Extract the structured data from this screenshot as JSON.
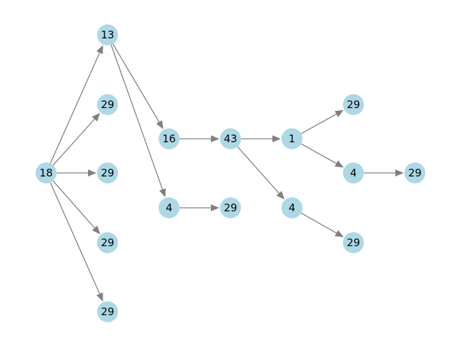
{
  "graph": {
    "node_color": "#add8e6",
    "edge_color": "#808080",
    "nodes": [
      {
        "id": "n18",
        "label": "18"
      },
      {
        "id": "n13",
        "label": "13"
      },
      {
        "id": "n29_a",
        "label": "29"
      },
      {
        "id": "n29_b",
        "label": "29"
      },
      {
        "id": "n29_c",
        "label": "29"
      },
      {
        "id": "n29_d",
        "label": "29"
      },
      {
        "id": "n16",
        "label": "16"
      },
      {
        "id": "n4_a",
        "label": "4"
      },
      {
        "id": "n43",
        "label": "43"
      },
      {
        "id": "n29_e",
        "label": "29"
      },
      {
        "id": "n1",
        "label": "1"
      },
      {
        "id": "n4_b",
        "label": "4"
      },
      {
        "id": "n29_f",
        "label": "29"
      },
      {
        "id": "n4_c",
        "label": "4"
      },
      {
        "id": "n29_g",
        "label": "29"
      },
      {
        "id": "n29_h",
        "label": "29"
      }
    ],
    "edges": [
      {
        "from": "n18",
        "to": "n13"
      },
      {
        "from": "n18",
        "to": "n29_a"
      },
      {
        "from": "n18",
        "to": "n29_b"
      },
      {
        "from": "n18",
        "to": "n29_c"
      },
      {
        "from": "n18",
        "to": "n29_d"
      },
      {
        "from": "n13",
        "to": "n16"
      },
      {
        "from": "n13",
        "to": "n4_a"
      },
      {
        "from": "n16",
        "to": "n43"
      },
      {
        "from": "n4_a",
        "to": "n29_e"
      },
      {
        "from": "n43",
        "to": "n1"
      },
      {
        "from": "n43",
        "to": "n4_b"
      },
      {
        "from": "n1",
        "to": "n29_f"
      },
      {
        "from": "n1",
        "to": "n4_c"
      },
      {
        "from": "n4_c",
        "to": "n29_g"
      },
      {
        "from": "n4_b",
        "to": "n29_h"
      }
    ]
  }
}
